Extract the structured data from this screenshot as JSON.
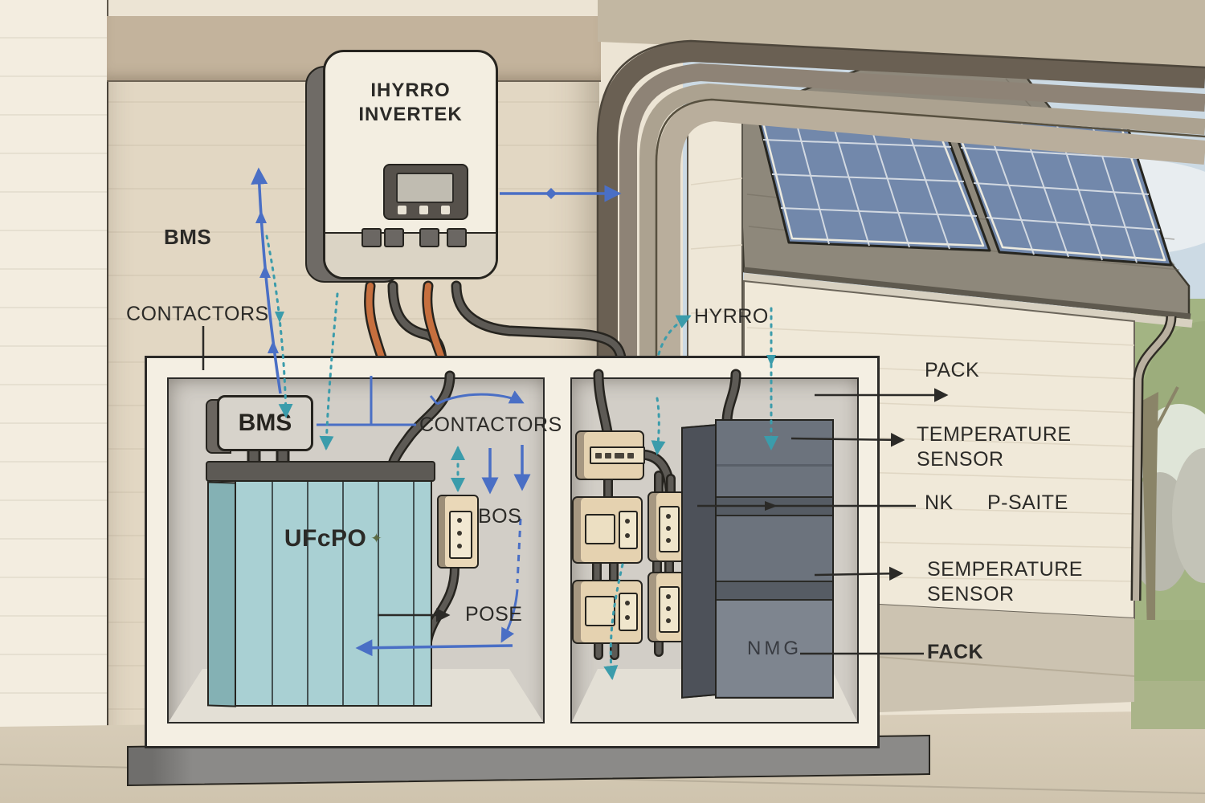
{
  "labels": {
    "inverter_line1": "IHYRRO",
    "inverter_line2": "INVERTEK",
    "wall_bms": "BMS",
    "wall_contactors": "CONTACTORS",
    "hyrro": "HYRRO",
    "cab_bms": "BMS",
    "cab_contactors": "CONTACTORS",
    "battery": "UFcPO",
    "battery_star": "✦",
    "bos": "BOS",
    "pose": "POSE",
    "nmg": "NMG",
    "pack": "PACK",
    "temp_line1": "TEMPERATURE",
    "temp_line2": "SENSOR",
    "nk": "NK",
    "p_saite": "P-SAITE",
    "semp_line1": "SEMPERATURE",
    "semp_line2": "SENSOR",
    "fack": "FACK"
  },
  "colors": {
    "arrow_blue": "#4a6fc5",
    "arrow_teal": "#3b9cab",
    "text_dark": "#2b2a27",
    "battery_blue": "#a9d0d3",
    "cable_orange": "#c66f3e",
    "cable_gray": "#5d5a55",
    "beige_device": "#e5d2b0",
    "tower_gray": "#6c737d",
    "cabinet_white": "#f4efe3",
    "solar_panel_blue": "#7288ab",
    "wall_cream": "#ece4d4",
    "greenery": "#a3b483"
  }
}
